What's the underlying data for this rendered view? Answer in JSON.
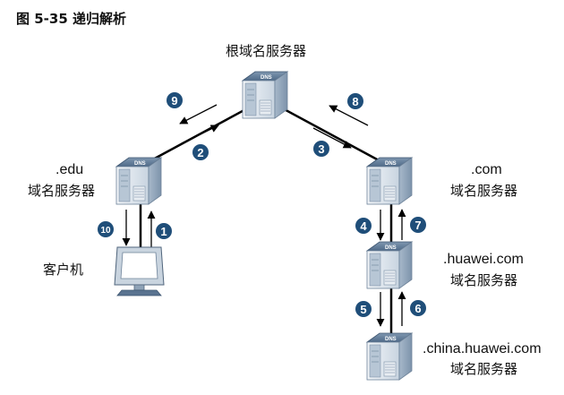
{
  "title": "图 5-35 递归解析",
  "servers": {
    "root": {
      "name": "根域名服务器"
    },
    "edu": {
      "domain": ".edu",
      "name": "域名服务器"
    },
    "com": {
      "domain": ".com",
      "name": "域名服务器"
    },
    "huawei": {
      "domain": ".huawei.com",
      "name": "域名服务器"
    },
    "china": {
      "domain": ".china.huawei.com",
      "name": "域名服务器"
    }
  },
  "client": {
    "name": "客户机"
  },
  "device_badge": "DNS",
  "steps": [
    "1",
    "2",
    "3",
    "4",
    "5",
    "6",
    "7",
    "8",
    "9",
    "10"
  ],
  "colors": {
    "badge": "#1f4e79",
    "server_light": "#dde6ef",
    "server_dark": "#55708d",
    "line": "#000000"
  }
}
